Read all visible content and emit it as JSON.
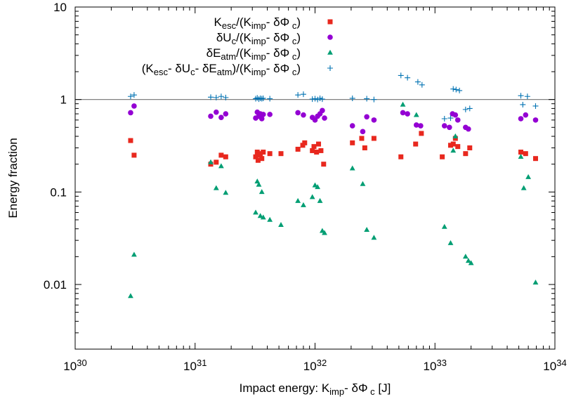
{
  "chart_data": {
    "type": "scatter",
    "xlabel": "Impact energy: K_imp - δΦ_c [J]",
    "ylabel": "Energy fraction",
    "xscale": "log",
    "yscale": "log",
    "xlim": [
      1e+30,
      1e+34
    ],
    "ylim": [
      0.002,
      10
    ],
    "x_ticks": [
      {
        "value": 1e+30,
        "base": "10",
        "exp": "30"
      },
      {
        "value": 1e+31,
        "base": "10",
        "exp": "31"
      },
      {
        "value": 1e+32,
        "base": "10",
        "exp": "32"
      },
      {
        "value": 1e+33,
        "base": "10",
        "exp": "33"
      },
      {
        "value": 1e+34,
        "base": "10",
        "exp": "34"
      }
    ],
    "y_ticks": [
      {
        "value": 0.01,
        "label": "0.01"
      },
      {
        "value": 0.1,
        "label": "0.1"
      },
      {
        "value": 1,
        "label": "1"
      },
      {
        "value": 10,
        "label": "10"
      }
    ],
    "reference_line": {
      "y": 1,
      "color": "#808080"
    },
    "legend_position": "top-right",
    "series": [
      {
        "name": "K_esc/(K_imp - δΦ_c)",
        "marker": "square",
        "color": "#e8281e",
        "points": [
          [
            2.9e+30,
            0.36
          ],
          [
            3.1e+30,
            0.25
          ],
          [
            1.35e+31,
            0.2
          ],
          [
            1.5e+31,
            0.21
          ],
          [
            1.65e+31,
            0.25
          ],
          [
            1.8e+31,
            0.24
          ],
          [
            3.2e+31,
            0.24
          ],
          [
            3.3e+31,
            0.27
          ],
          [
            3.35e+31,
            0.22
          ],
          [
            3.4e+31,
            0.26
          ],
          [
            3.5e+31,
            0.25
          ],
          [
            3.6e+31,
            0.23
          ],
          [
            3.7e+31,
            0.27
          ],
          [
            4.2e+31,
            0.26
          ],
          [
            5.2e+31,
            0.26
          ],
          [
            7.2e+31,
            0.29
          ],
          [
            7.9e+31,
            0.32
          ],
          [
            8.2e+31,
            0.34
          ],
          [
            9.5e+31,
            0.28
          ],
          [
            9.8e+31,
            0.31
          ],
          [
            1.03e+32,
            0.27
          ],
          [
            1.07e+32,
            0.33
          ],
          [
            1.12e+32,
            0.28
          ],
          [
            1.18e+32,
            0.2
          ],
          [
            2.05e+32,
            0.34
          ],
          [
            2.45e+32,
            0.38
          ],
          [
            2.6e+32,
            0.3
          ],
          [
            3.1e+32,
            0.38
          ],
          [
            5.2e+32,
            0.24
          ],
          [
            6.9e+32,
            0.33
          ],
          [
            7.7e+32,
            0.43
          ],
          [
            1.15e+33,
            0.24
          ],
          [
            1.35e+33,
            0.32
          ],
          [
            1.42e+33,
            0.33
          ],
          [
            1.48e+33,
            0.38
          ],
          [
            1.55e+33,
            0.31
          ],
          [
            1.8e+33,
            0.26
          ],
          [
            1.95e+33,
            0.3
          ],
          [
            5.2e+33,
            0.27
          ],
          [
            5.7e+33,
            0.26
          ],
          [
            6.9e+33,
            0.23
          ]
        ]
      },
      {
        "name": "δU_c/(K_imp - δΦ_c)",
        "marker": "circle",
        "color": "#9400d3",
        "points": [
          [
            2.9e+30,
            0.72
          ],
          [
            3.1e+30,
            0.85
          ],
          [
            1.35e+31,
            0.66
          ],
          [
            1.5e+31,
            0.73
          ],
          [
            1.65e+31,
            0.64
          ],
          [
            1.8e+31,
            0.7
          ],
          [
            3.2e+31,
            0.63
          ],
          [
            3.3e+31,
            0.73
          ],
          [
            3.4e+31,
            0.66
          ],
          [
            3.5e+31,
            0.7
          ],
          [
            3.6e+31,
            0.62
          ],
          [
            3.7e+31,
            0.69
          ],
          [
            4.2e+31,
            0.69
          ],
          [
            7.2e+31,
            0.72
          ],
          [
            8e+31,
            0.68
          ],
          [
            9.5e+31,
            0.64
          ],
          [
            1e+32,
            0.6
          ],
          [
            1.05e+32,
            0.66
          ],
          [
            1.1e+32,
            0.7
          ],
          [
            1.15e+32,
            0.76
          ],
          [
            1.2e+32,
            0.63
          ],
          [
            2.05e+32,
            0.52
          ],
          [
            2.5e+32,
            0.45
          ],
          [
            2.7e+32,
            0.65
          ],
          [
            3.1e+32,
            0.6
          ],
          [
            5.4e+32,
            0.72
          ],
          [
            5.9e+32,
            0.7
          ],
          [
            7e+32,
            0.53
          ],
          [
            7.6e+32,
            0.52
          ],
          [
            1.2e+33,
            0.52
          ],
          [
            1.32e+33,
            0.5
          ],
          [
            1.4e+33,
            0.7
          ],
          [
            1.48e+33,
            0.68
          ],
          [
            1.55e+33,
            0.6
          ],
          [
            1.8e+33,
            0.5
          ],
          [
            1.9e+33,
            0.48
          ],
          [
            5.2e+33,
            0.62
          ],
          [
            5.7e+33,
            0.68
          ],
          [
            6.9e+33,
            0.6
          ]
        ]
      },
      {
        "name": "δE_atm/(K_imp - δΦ_c)",
        "marker": "triangle",
        "color": "#009e73",
        "points": [
          [
            2.9e+30,
            0.0075
          ],
          [
            3.1e+30,
            0.021
          ],
          [
            1.35e+31,
            0.21
          ],
          [
            1.5e+31,
            0.11
          ],
          [
            1.65e+31,
            0.19
          ],
          [
            1.8e+31,
            0.098
          ],
          [
            3.2e+31,
            0.06
          ],
          [
            3.3e+31,
            0.13
          ],
          [
            3.4e+31,
            0.12
          ],
          [
            3.5e+31,
            0.055
          ],
          [
            3.6e+31,
            0.1
          ],
          [
            3.7e+31,
            0.053
          ],
          [
            4.2e+31,
            0.05
          ],
          [
            5.2e+31,
            0.044
          ],
          [
            7.2e+31,
            0.08
          ],
          [
            8e+31,
            0.072
          ],
          [
            9.5e+31,
            0.088
          ],
          [
            1e+32,
            0.118
          ],
          [
            1.05e+32,
            0.113
          ],
          [
            1.1e+32,
            0.08
          ],
          [
            1.15e+32,
            0.038
          ],
          [
            1.2e+32,
            0.036
          ],
          [
            2.05e+32,
            0.18
          ],
          [
            2.5e+32,
            0.122
          ],
          [
            2.7e+32,
            0.039
          ],
          [
            3.1e+32,
            0.032
          ],
          [
            5.4e+32,
            0.88
          ],
          [
            7e+32,
            0.68
          ],
          [
            1.2e+33,
            0.042
          ],
          [
            1.35e+33,
            0.028
          ],
          [
            1.42e+33,
            0.28
          ],
          [
            1.48e+33,
            0.4
          ],
          [
            1.8e+33,
            0.02
          ],
          [
            1.9e+33,
            0.018
          ],
          [
            2e+33,
            0.017
          ],
          [
            5.2e+33,
            0.24
          ],
          [
            5.5e+33,
            0.11
          ],
          [
            6e+33,
            0.145
          ],
          [
            6.9e+33,
            0.0105
          ]
        ]
      },
      {
        "name": "(K_esc - δU_c - δE_atm)/(K_imp - δΦ_c)",
        "marker": "plus",
        "color": "#0072b2",
        "points": [
          [
            2.9e+30,
            1.08
          ],
          [
            3.1e+30,
            1.12
          ],
          [
            1.35e+31,
            1.06
          ],
          [
            1.5e+31,
            1.05
          ],
          [
            1.65e+31,
            1.08
          ],
          [
            1.8e+31,
            1.05
          ],
          [
            3.2e+31,
            1.02
          ],
          [
            3.3e+31,
            1.04
          ],
          [
            3.4e+31,
            1.01
          ],
          [
            3.5e+31,
            1.03
          ],
          [
            3.6e+31,
            1.02
          ],
          [
            3.7e+31,
            1.03
          ],
          [
            4.2e+31,
            1.02
          ],
          [
            7.2e+31,
            1.12
          ],
          [
            8e+31,
            1.14
          ],
          [
            9.5e+31,
            1.01
          ],
          [
            1e+32,
            1.02
          ],
          [
            1.05e+32,
            1.0
          ],
          [
            1.1e+32,
            1.03
          ],
          [
            1.15e+32,
            1.01
          ],
          [
            2.05e+32,
            1.03
          ],
          [
            2.7e+32,
            1.02
          ],
          [
            3.1e+32,
            1.0
          ],
          [
            5.2e+32,
            1.82
          ],
          [
            5.9e+32,
            1.72
          ],
          [
            7.2e+32,
            1.55
          ],
          [
            7.8e+32,
            1.44
          ],
          [
            1.2e+33,
            0.62
          ],
          [
            1.35e+33,
            0.63
          ],
          [
            1.42e+33,
            1.3
          ],
          [
            1.5e+33,
            1.28
          ],
          [
            1.6e+33,
            1.25
          ],
          [
            1.8e+33,
            0.78
          ],
          [
            1.95e+33,
            0.8
          ],
          [
            5.2e+33,
            1.1
          ],
          [
            5.4e+33,
            0.88
          ],
          [
            5.9e+33,
            1.08
          ],
          [
            6.9e+33,
            0.85
          ]
        ]
      }
    ],
    "legend": [
      {
        "parts": [
          [
            "K",
            ""
          ],
          [
            "esc",
            "sub"
          ],
          [
            "/(K",
            ""
          ],
          [
            "imp",
            "sub"
          ],
          [
            "- δΦ",
            ""
          ],
          [
            " c",
            "sub"
          ],
          [
            ")",
            ""
          ]
        ]
      },
      {
        "parts": [
          [
            "δU",
            ""
          ],
          [
            "c",
            "sub"
          ],
          [
            "/(K",
            ""
          ],
          [
            "imp",
            "sub"
          ],
          [
            "- δΦ",
            ""
          ],
          [
            " c",
            "sub"
          ],
          [
            ")",
            ""
          ]
        ]
      },
      {
        "parts": [
          [
            "δE",
            ""
          ],
          [
            "atm",
            "sub"
          ],
          [
            "/(K",
            ""
          ],
          [
            "imp",
            "sub"
          ],
          [
            "- δΦ",
            ""
          ],
          [
            " c",
            "sub"
          ],
          [
            ")",
            ""
          ]
        ]
      },
      {
        "parts": [
          [
            "(K",
            ""
          ],
          [
            "esc",
            "sub"
          ],
          [
            "- δU",
            ""
          ],
          [
            "c",
            "sub"
          ],
          [
            "- δE",
            ""
          ],
          [
            "atm",
            "sub"
          ],
          [
            ")/(K",
            ""
          ],
          [
            "imp",
            "sub"
          ],
          [
            "- δΦ",
            ""
          ],
          [
            " c",
            "sub"
          ],
          [
            ")",
            ""
          ]
        ]
      }
    ],
    "xlabel_parts": [
      [
        "Impact energy: K",
        ""
      ],
      [
        "imp",
        "sub"
      ],
      [
        "- δΦ",
        ""
      ],
      [
        " c",
        "sub"
      ],
      [
        " [J]",
        ""
      ]
    ],
    "ylabel_parts": [
      [
        "Energy fraction",
        ""
      ]
    ]
  }
}
